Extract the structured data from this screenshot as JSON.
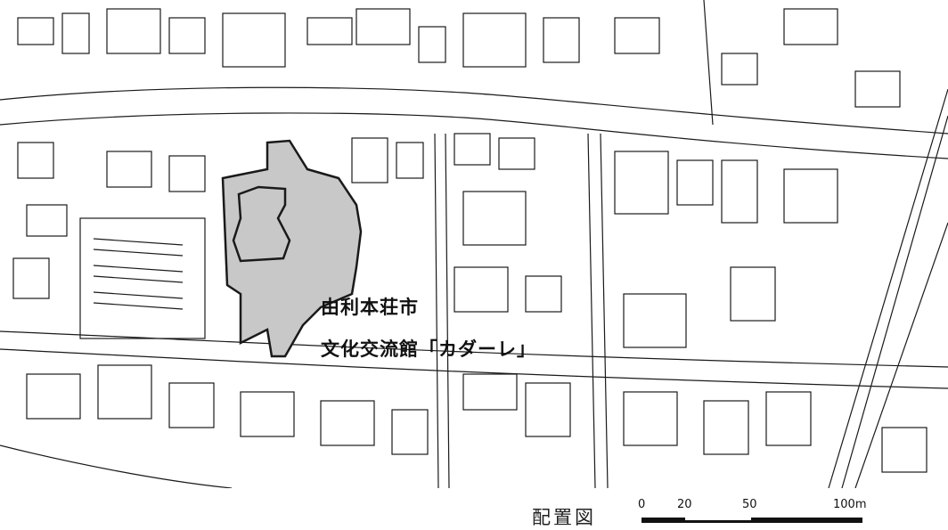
{
  "map": {
    "facility_label_line1": "由利本荘市",
    "facility_label_line2": "文化交流館「カダーレ」",
    "highlight_fill": "#c8c8c8",
    "line_color": "#1a1a1a"
  },
  "legend": {
    "caption": "配置図",
    "scale_ticks": [
      "0",
      "20",
      "50",
      "100m"
    ]
  }
}
